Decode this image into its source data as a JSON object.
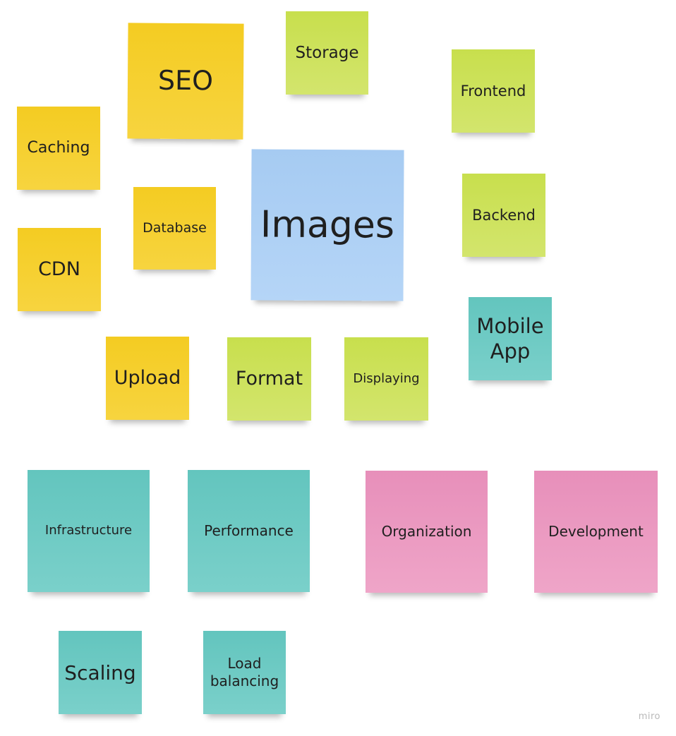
{
  "board": {
    "brand": "miro",
    "notes": {
      "seo": {
        "text": "SEO",
        "color": "#f4cc22"
      },
      "storage": {
        "text": "Storage",
        "color": "#c8df4d"
      },
      "frontend": {
        "text": "Frontend",
        "color": "#c8df4d"
      },
      "caching": {
        "text": "Caching",
        "color": "#f4cc22"
      },
      "images": {
        "text": "Images",
        "color": "#a6cbf2"
      },
      "database": {
        "text": "Database",
        "color": "#f4cc22"
      },
      "backend": {
        "text": "Backend",
        "color": "#c8df4d"
      },
      "cdn": {
        "text": "CDN",
        "color": "#f4cc22"
      },
      "mobile_app": {
        "text": "Mobile\nApp",
        "color": "#63c5be"
      },
      "upload": {
        "text": "Upload",
        "color": "#f4cc22"
      },
      "format": {
        "text": "Format",
        "color": "#c8df4d"
      },
      "displaying": {
        "text": "Displaying",
        "color": "#c8df4d"
      },
      "infrastructure": {
        "text": "Infrastructure",
        "color": "#63c5be"
      },
      "performance": {
        "text": "Performance",
        "color": "#63c5be"
      },
      "organization": {
        "text": "Organization",
        "color": "#e78fba"
      },
      "development": {
        "text": "Development",
        "color": "#e78fba"
      },
      "scaling": {
        "text": "Scaling",
        "color": "#63c5be"
      },
      "load_balancing": {
        "text": "Load\nbalancing",
        "color": "#63c5be"
      }
    }
  }
}
